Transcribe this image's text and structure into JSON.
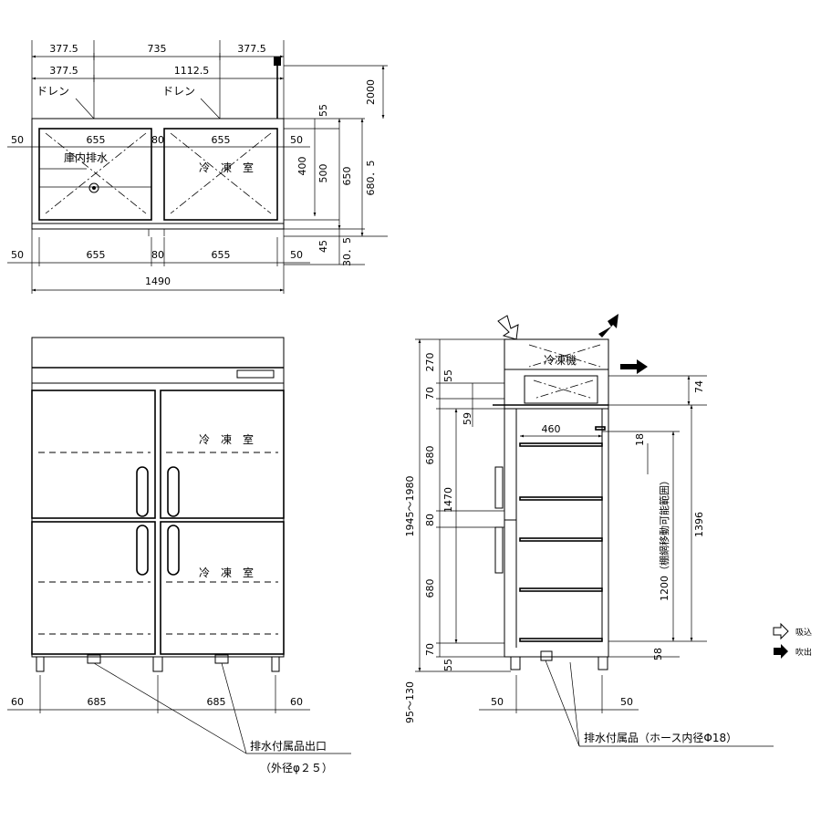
{
  "plan": {
    "top_dims": [
      "377.5",
      "735",
      "377.5"
    ],
    "top_dims_2": [
      "377.5",
      "1112.5"
    ],
    "drain_labels": [
      "ドレン",
      "ドレン"
    ],
    "room_labels": [
      "庫内排水",
      "冷　凍　室"
    ],
    "row_dims_1": [
      "50",
      "655",
      "80",
      "655",
      "50"
    ],
    "row_dims_2": [
      "50",
      "655",
      "80",
      "655",
      "50"
    ],
    "total_width": "1490",
    "right_dims": [
      "55",
      "400",
      "500",
      "650",
      "680．5",
      "2000",
      "45",
      "30．5"
    ]
  },
  "front": {
    "compartment_labels": [
      "冷　凍　室",
      "冷　凍　室"
    ],
    "bottom_dims": [
      "60",
      "685",
      "685",
      "60"
    ],
    "drain_outlet_label": "排水付属品出口",
    "drain_outlet_sub": "（外径φ２５）"
  },
  "side": {
    "unit_label": "冷凍機",
    "left_dims": [
      "270",
      "55",
      "70",
      "59",
      "680",
      "1470",
      "80",
      "680",
      "70",
      "55",
      "1945～1980",
      "95～130"
    ],
    "right_dims": [
      "74",
      "18",
      "1396",
      "1200（棚網移動可能範囲）",
      "58"
    ],
    "shelf_depth": "460",
    "bottom_dims": [
      "50",
      "50"
    ],
    "drain_label": "排水付属品（ホース内径Φ18）"
  },
  "legend": {
    "intake": "吸込",
    "exhaust": "吹出",
    "intake_icon": "hollow-arrow-icon",
    "exhaust_icon": "solid-arrow-icon"
  }
}
